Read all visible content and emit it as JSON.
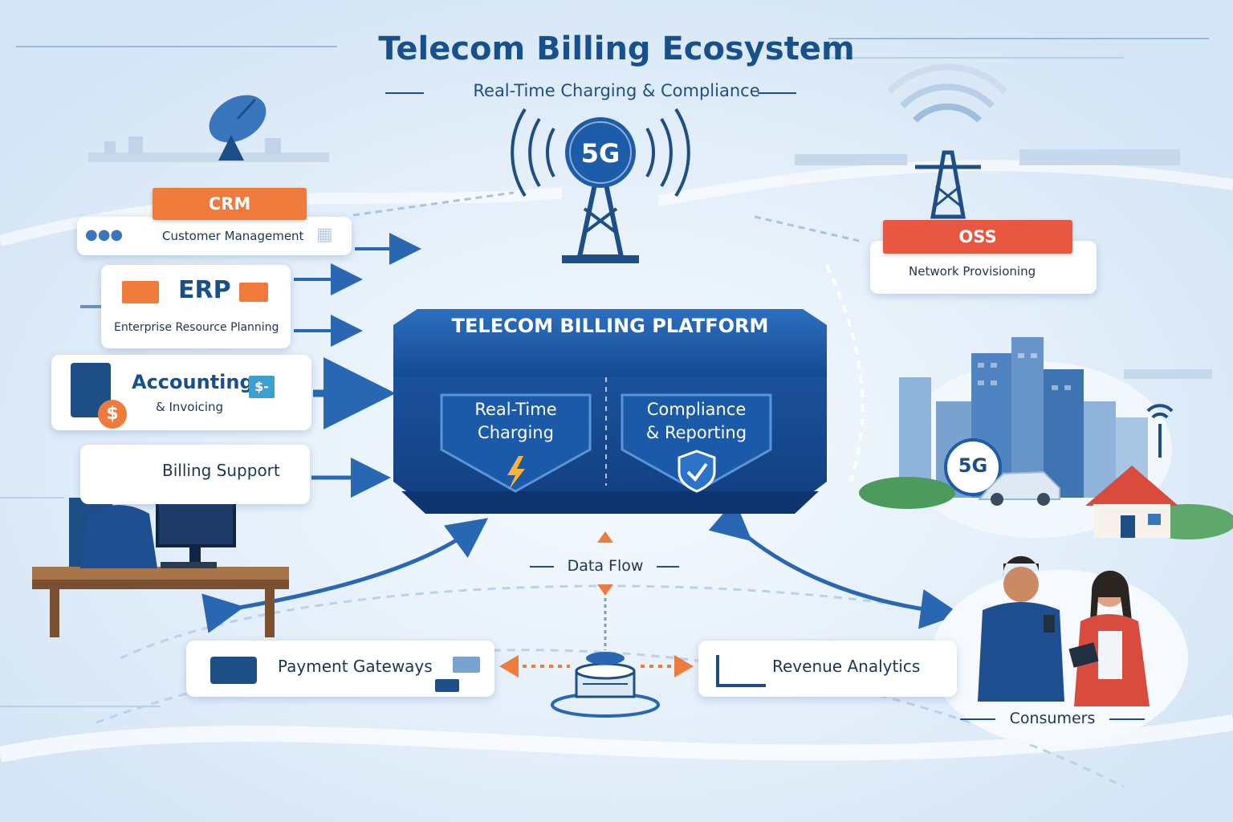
{
  "header": {
    "title": "Telecom Billing Ecosystem",
    "subtitle": "Real-Time Charging & Compliance"
  },
  "tower_badge": "5G",
  "city_badge": "5G",
  "left_systems": {
    "crm": {
      "tag": "CRM",
      "label": "Customer Management"
    },
    "erp": {
      "tag": "ERP",
      "label": "Enterprise Resource Planning"
    },
    "accounting": {
      "title": "Accounting",
      "subtitle": "& Invoicing",
      "dollar_icon": "$-",
      "coin": "$"
    },
    "support": {
      "label": "Billing Support"
    }
  },
  "oss": {
    "tag": "OSS",
    "label": "Network Provisioning"
  },
  "platform": {
    "title": "TELECOM BILLING PLATFORM",
    "left_module": {
      "line1": "Real-Time",
      "line2": "Charging"
    },
    "right_module": {
      "line1": "Compliance",
      "line2": "& Reporting"
    }
  },
  "data_flow": "Data Flow",
  "payment": {
    "label": "Payment Gateways"
  },
  "analytics": {
    "label": "Revenue Analytics"
  },
  "consumers": {
    "label": "Consumers"
  },
  "colors": {
    "primary": "#17508a",
    "platform": "#1d5ca8",
    "crm_tag": "#ee7a3c",
    "oss_tag": "#e8573f",
    "accent_orange": "#ee7a3c",
    "background": "#e6f0fa"
  }
}
